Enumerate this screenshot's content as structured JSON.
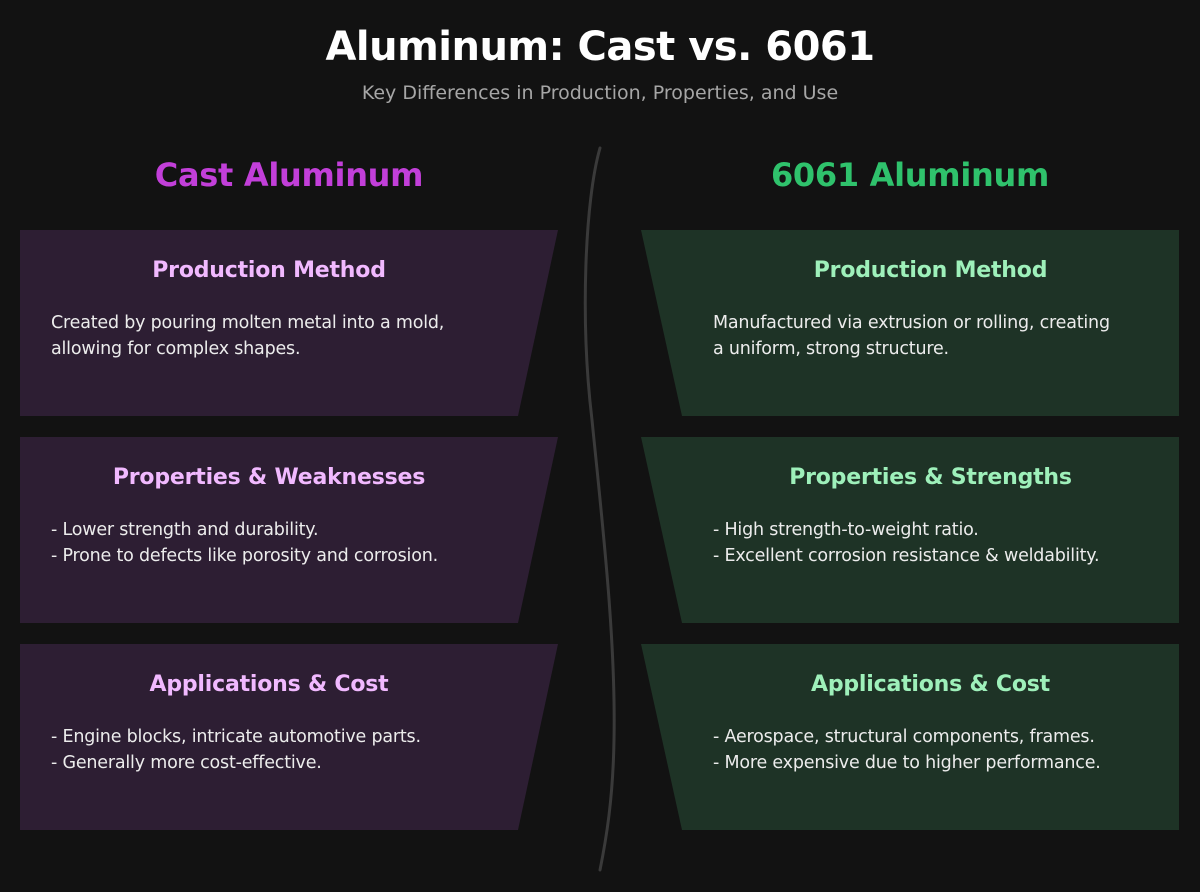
{
  "header": {
    "title": "Aluminum: Cast vs. 6061",
    "subtitle": "Key Differences in Production, Properties, and Use"
  },
  "colors": {
    "background": "#121212",
    "cast_accent": "#c23fd9",
    "cast_card_bg": "#2d1e33",
    "cast_card_heading": "#f1b9ff",
    "aluminum6061_accent": "#2fc26c",
    "aluminum6061_card_bg": "#1e3326",
    "aluminum6061_card_heading": "#9ef0ba",
    "divider": "#3a3a3a"
  },
  "columns": {
    "cast": {
      "title": "Cast Aluminum",
      "cards": [
        {
          "heading": "Production Method",
          "lines": [
            "Created by pouring molten metal into a mold,",
            "allowing for complex shapes."
          ]
        },
        {
          "heading": "Properties & Weaknesses",
          "lines": [
            "- Lower strength and durability.",
            "- Prone to defects like porosity and corrosion."
          ]
        },
        {
          "heading": "Applications & Cost",
          "lines": [
            "- Engine blocks, intricate automotive parts.",
            "- Generally more cost-effective."
          ]
        }
      ]
    },
    "aluminum6061": {
      "title": "6061 Aluminum",
      "cards": [
        {
          "heading": "Production Method",
          "lines": [
            "Manufactured via extrusion or rolling, creating",
            "a uniform, strong structure."
          ]
        },
        {
          "heading": "Properties & Strengths",
          "lines": [
            "- High strength-to-weight ratio.",
            "- Excellent corrosion resistance & weldability."
          ]
        },
        {
          "heading": "Applications & Cost",
          "lines": [
            "- Aerospace, structural components, frames.",
            "- More expensive due to higher performance."
          ]
        }
      ]
    }
  }
}
